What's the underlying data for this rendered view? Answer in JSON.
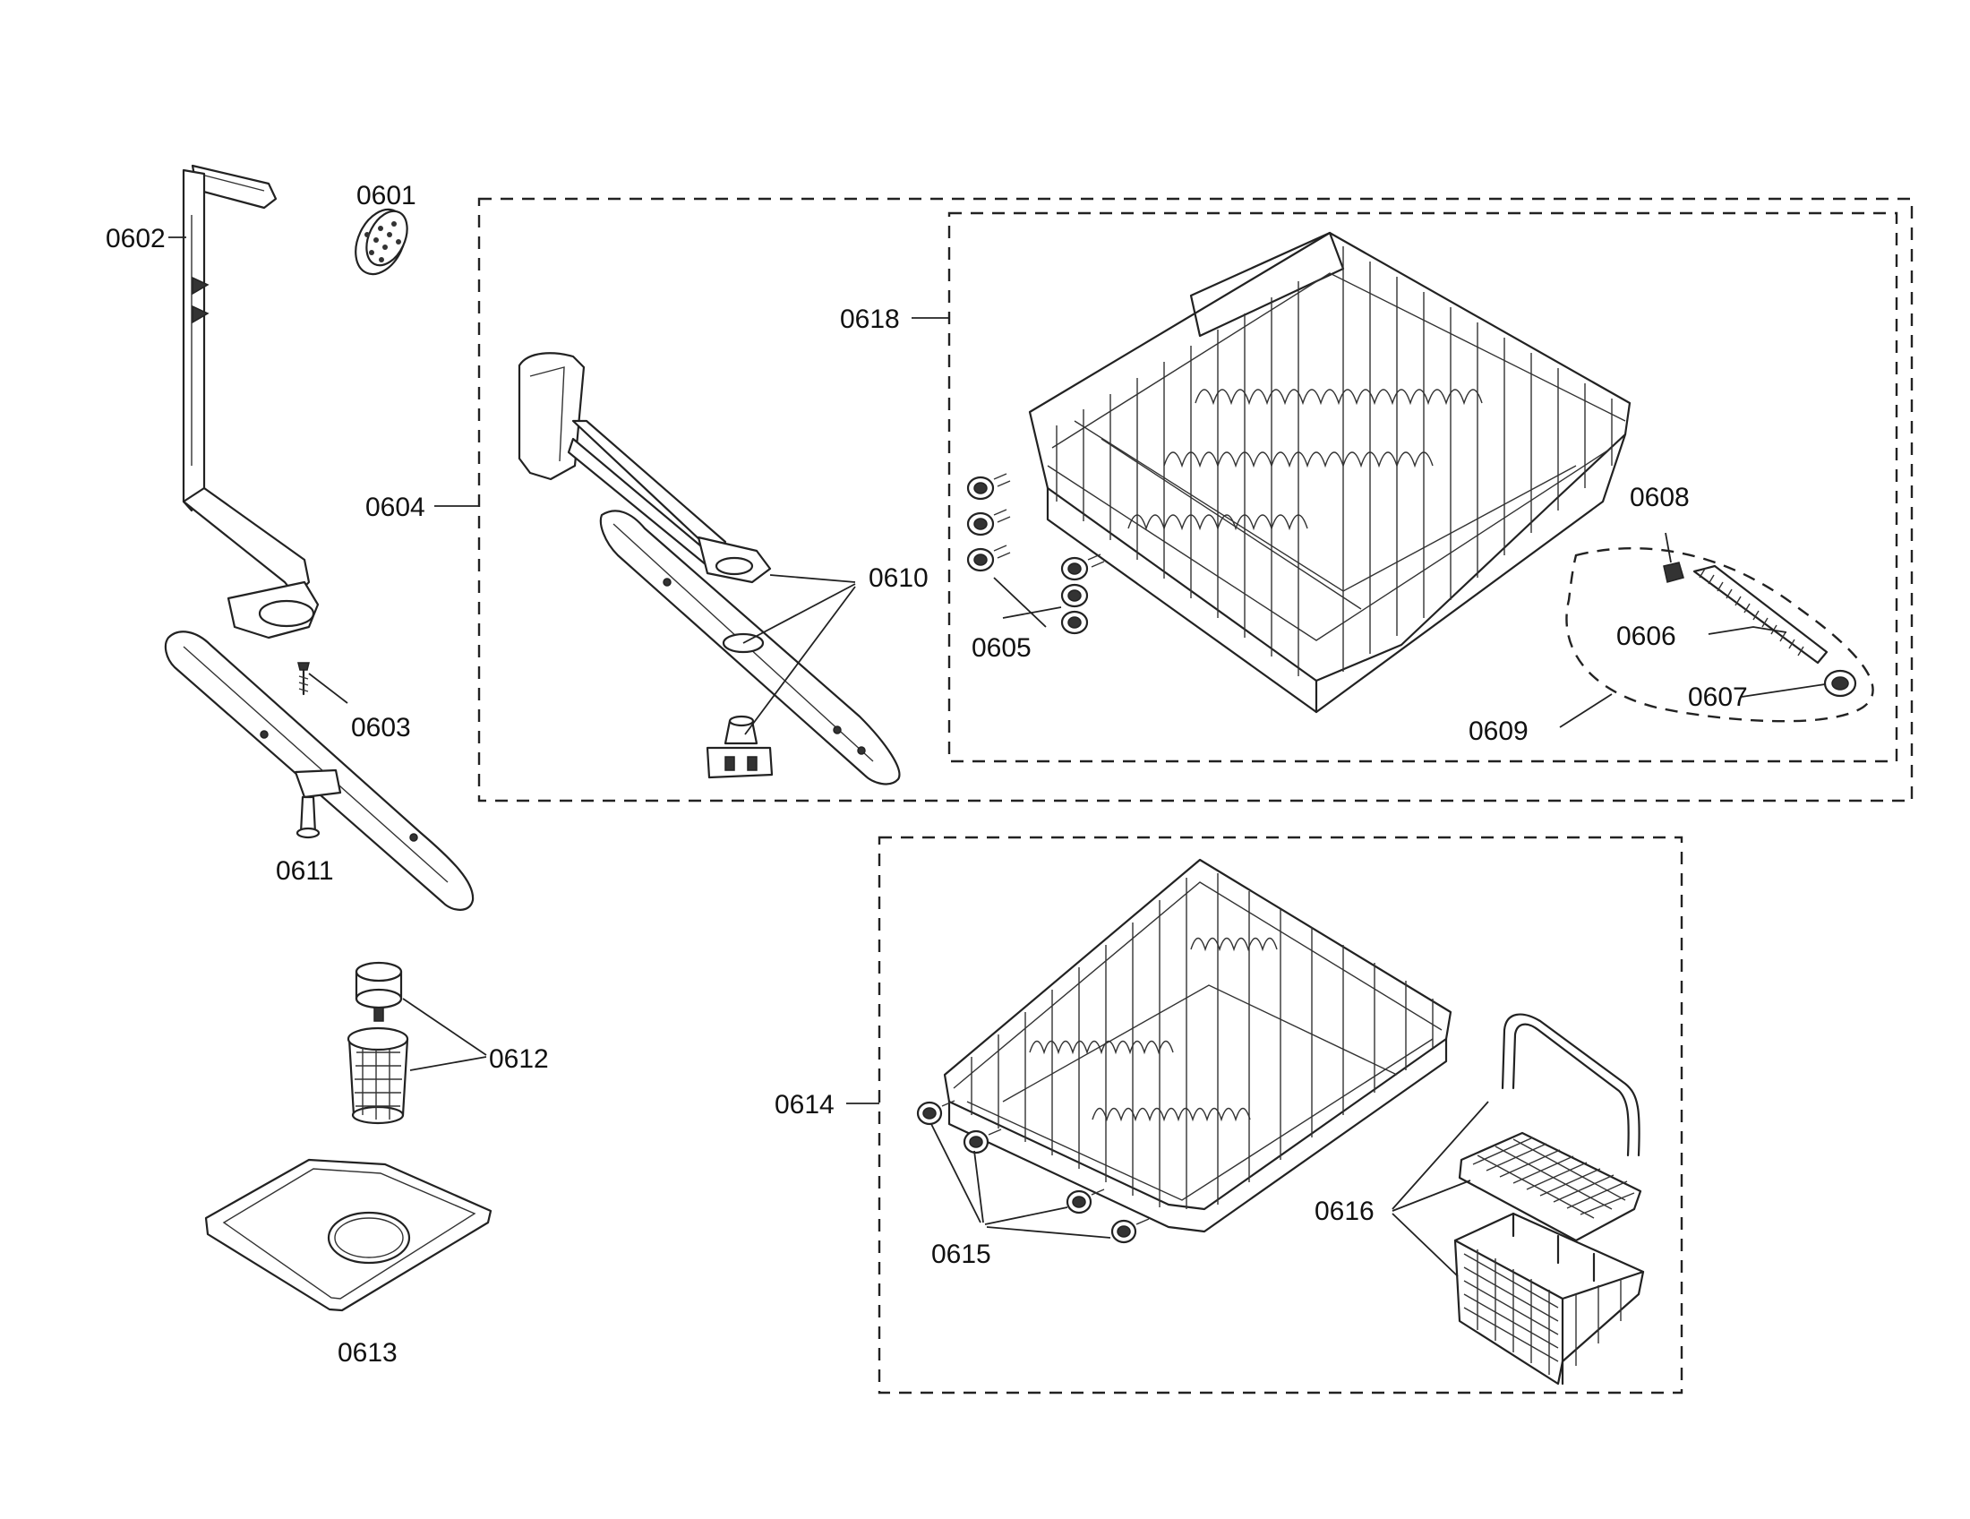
{
  "labels": {
    "p0601": "0601",
    "p0602": "0602",
    "p0603": "0603",
    "p0604": "0604",
    "p0605": "0605",
    "p0606": "0606",
    "p0607": "0607",
    "p0608": "0608",
    "p0609": "0609",
    "p0610": "0610",
    "p0611": "0611",
    "p0612": "0612",
    "p0613": "0613",
    "p0614": "0614",
    "p0615": "0615",
    "p0616": "0616",
    "p0618": "0618"
  }
}
